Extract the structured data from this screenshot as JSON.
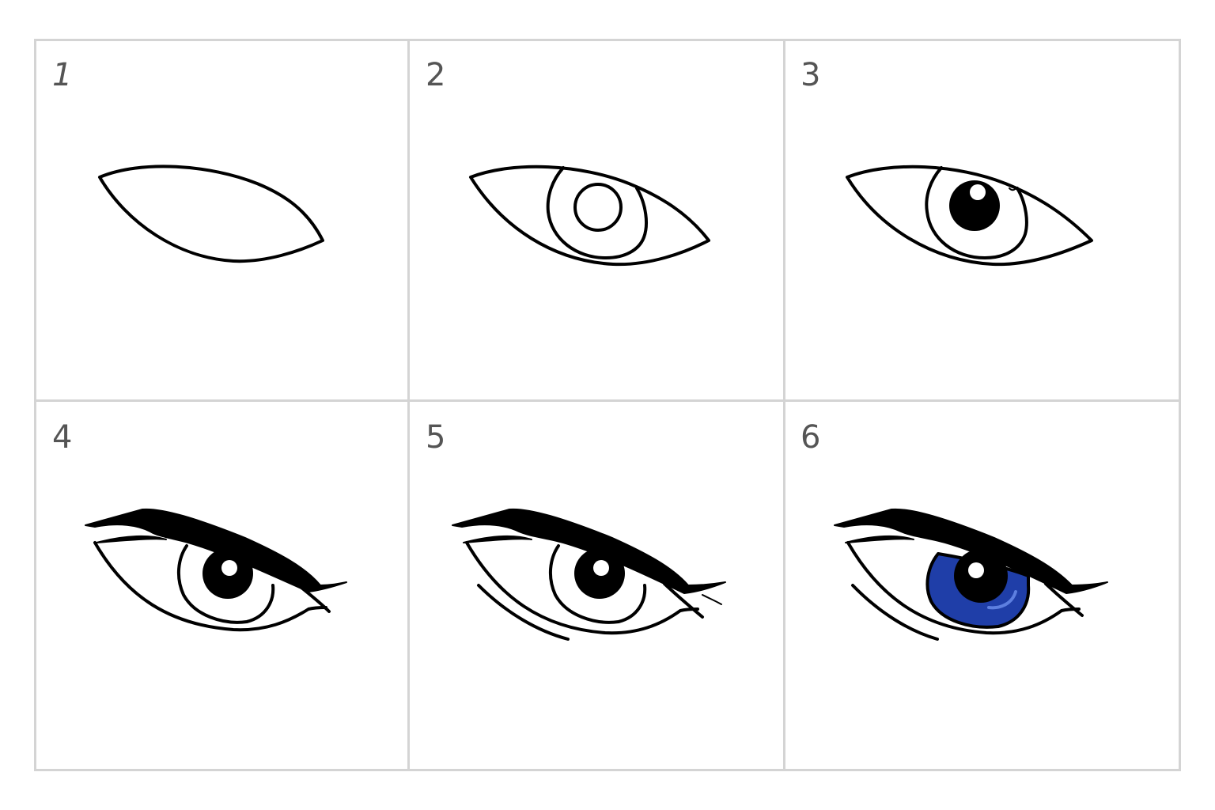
{
  "steps": [
    {
      "number": "1"
    },
    {
      "number": "2"
    },
    {
      "number": "3"
    },
    {
      "number": "4"
    },
    {
      "number": "5"
    },
    {
      "number": "6"
    }
  ],
  "colors": {
    "grid_line": "#d4d4d4",
    "stroke": "#000000",
    "step_number": "#555555",
    "iris_color": "#1f3ea8",
    "iris_highlight": "#5d7fe0"
  }
}
